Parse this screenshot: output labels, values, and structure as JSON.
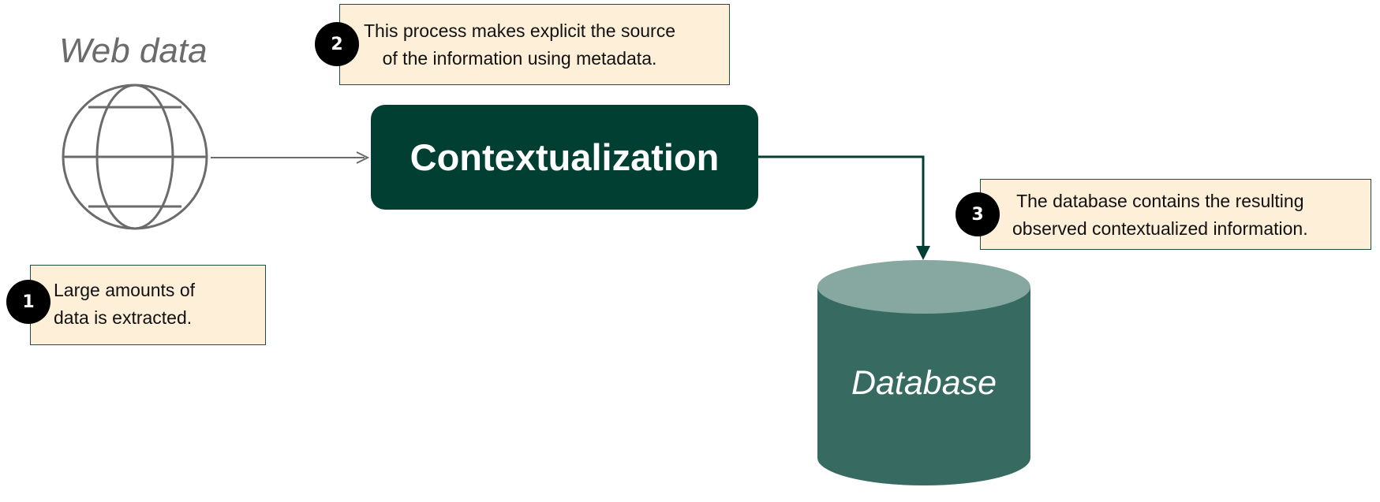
{
  "web_data": {
    "title": "Web data",
    "icon": "globe-icon",
    "color": "#6b6b6b"
  },
  "process": {
    "label": "Contextualization",
    "color": "#023f33"
  },
  "database": {
    "label": "Database",
    "icon": "database-cylinder-icon",
    "color": "#376b61",
    "top_color": "#86a8a0"
  },
  "notes": [
    {
      "number": "1",
      "lines": [
        "Large amounts of",
        "data is extracted."
      ]
    },
    {
      "number": "2",
      "lines": [
        "This process makes explicit the source",
        "of the information using metadata."
      ]
    },
    {
      "number": "3",
      "lines": [
        "The database contains the resulting",
        "observed contextualized information."
      ]
    }
  ],
  "colors": {
    "note_fill": "#fdefd8",
    "note_border": "#1f4d43",
    "badge": "#000000",
    "arrow_gray": "#6b6b6b",
    "arrow_green": "#023f33"
  }
}
